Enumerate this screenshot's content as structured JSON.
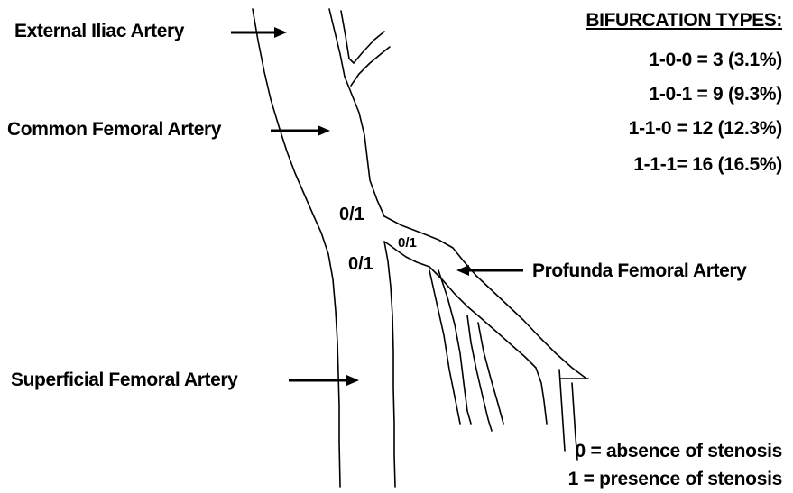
{
  "labels": {
    "external_iliac": "External Iliac Artery",
    "common_femoral": "Common Femoral Artery",
    "superficial_femoral": "Superficial Femoral Artery",
    "profunda_femoral": "Profunda Femoral Artery"
  },
  "stenosis_marks": {
    "bifurcation": "0/1",
    "sfa_origin": "0/1",
    "pfa_origin": "0/1"
  },
  "bifurcation_types": {
    "title": "BIFURCATION TYPES:",
    "rows": [
      "1-0-0 = 3 (3.1%)",
      "1-0-1 = 9 (9.3%)",
      "1-1-0 = 12 (12.3%)",
      "1-1-1= 16 (16.5%)"
    ]
  },
  "key": {
    "zero": "0 = absence of stenosis",
    "one": "1 = presence of stenosis"
  }
}
